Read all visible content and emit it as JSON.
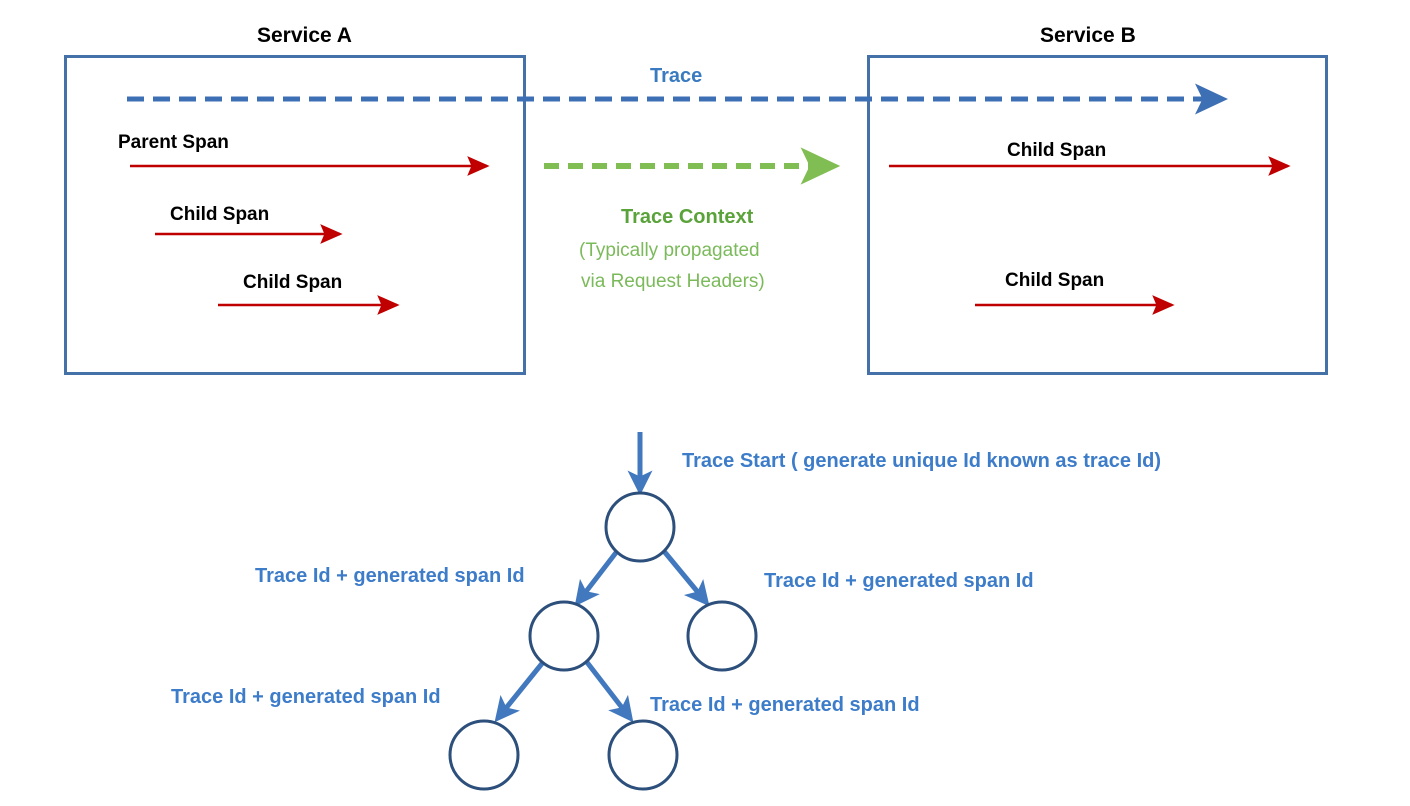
{
  "diagram": {
    "title_left": "Service A",
    "title_right": "Service B",
    "trace_label": "Trace",
    "trace_context": {
      "title": "Trace Context",
      "line1": "(Typically propagated",
      "line2": "via Request Headers)"
    },
    "service_a_spans": [
      {
        "label": "Parent Span"
      },
      {
        "label": "Child Span"
      },
      {
        "label": "Child Span"
      }
    ],
    "service_b_spans": [
      {
        "label": "Child Span"
      },
      {
        "label": "Child Span"
      }
    ]
  },
  "tree": {
    "start_label": "Trace Start ( generate unique Id known as trace Id)",
    "labels": [
      "Trace Id + generated span Id",
      "Trace Id + generated span Id",
      "Trace Id + generated span Id",
      "Trace Id + generated span Id"
    ]
  },
  "colors": {
    "box_border": "#4472a8",
    "trace_blue": "#3a7ac0",
    "span_red": "#c00000",
    "context_green_dark": "#5aa33a",
    "context_green_light": "#7bba5a",
    "tree_arrow_blue": "#4178be",
    "tree_circle_stroke": "#2c4f7c",
    "tree_text_blue": "#3d7cc9"
  }
}
